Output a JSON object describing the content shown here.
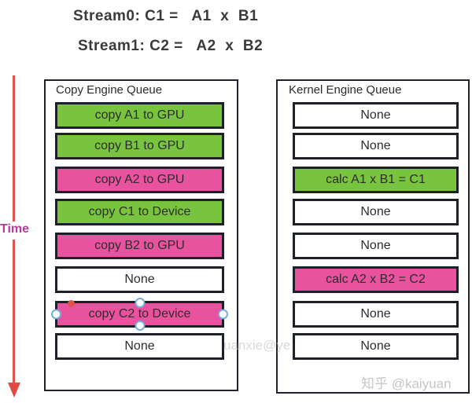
{
  "titles": {
    "line0": "Stream0: C1 =   A1  x  B1",
    "line1": "Stream1: C2 =   A2  x  B2"
  },
  "time_axis": {
    "label": "Time",
    "arrow_color": "#e04a42",
    "label_color": "#b83c93"
  },
  "colors": {
    "green": "#78c43f",
    "pink": "#e9529f",
    "white": "#ffffff",
    "border": "#1d2027"
  },
  "left_queue": {
    "title": "Copy Engine Queue",
    "rows": [
      {
        "label": "copy A1 to GPU",
        "color": "green",
        "selected": false
      },
      {
        "label": "copy B1 to GPU",
        "color": "green",
        "selected": false
      },
      {
        "label": "copy A2 to GPU",
        "color": "pink",
        "selected": false
      },
      {
        "label": "copy C1 to Device",
        "color": "green",
        "selected": false
      },
      {
        "label": "copy B2 to GPU",
        "color": "pink",
        "selected": false
      },
      {
        "label": "None",
        "color": "white",
        "selected": false
      },
      {
        "label": "copy C2 to Device",
        "color": "pink",
        "selected": true
      },
      {
        "label": "None",
        "color": "white",
        "selected": false
      }
    ]
  },
  "right_queue": {
    "title": "Kernel Engine Queue",
    "rows": [
      {
        "label": "None",
        "color": "white",
        "selected": false
      },
      {
        "label": "None",
        "color": "white",
        "selected": false
      },
      {
        "label": "calc A1 x B1 = C1",
        "color": "green",
        "selected": false
      },
      {
        "label": "None",
        "color": "white",
        "selected": false
      },
      {
        "label": "None",
        "color": "white",
        "selected": false
      },
      {
        "label": "calc A2 x B2 = C2",
        "color": "pink",
        "selected": false
      },
      {
        "label": "None",
        "color": "white",
        "selected": false
      },
      {
        "label": "None",
        "color": "white",
        "selected": false
      }
    ]
  },
  "watermarks": {
    "center": "uanxie@ye",
    "bottom_right": "知乎 @kaiyuan"
  }
}
